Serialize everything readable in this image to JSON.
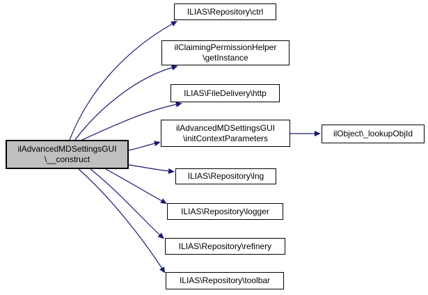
{
  "diagram": {
    "type": "call-graph",
    "colors": {
      "background": "#ffffff",
      "edge": "#191970",
      "node_border": "#000000",
      "node_fill": "#ffffff",
      "highlight_node_fill": "#bfbfbf",
      "text": "#000000"
    },
    "nodes": [
      {
        "id": "construct",
        "label": "ilAdvancedMDSettingsGUI\n\\__construct",
        "highlighted": true
      },
      {
        "id": "ctrl",
        "label": "ILIAS\\Repository\\ctrl",
        "highlighted": false
      },
      {
        "id": "getInstance",
        "label": "ilClaimingPermissionHelper\n\\getInstance",
        "highlighted": false
      },
      {
        "id": "http",
        "label": "ILIAS\\FileDelivery\\http",
        "highlighted": false
      },
      {
        "id": "initContextParameters",
        "label": "ilAdvancedMDSettingsGUI\n\\initContextParameters",
        "highlighted": false
      },
      {
        "id": "lookupObjId",
        "label": "ilObject\\_lookupObjId",
        "highlighted": false
      },
      {
        "id": "lng",
        "label": "ILIAS\\Repository\\lng",
        "highlighted": false
      },
      {
        "id": "logger",
        "label": "ILIAS\\Repository\\logger",
        "highlighted": false
      },
      {
        "id": "refinery",
        "label": "ILIAS\\Repository\\refinery",
        "highlighted": false
      },
      {
        "id": "toolbar",
        "label": "ILIAS\\Repository\\toolbar",
        "highlighted": false
      }
    ],
    "edges": [
      {
        "from": "construct",
        "to": "ctrl"
      },
      {
        "from": "construct",
        "to": "getInstance"
      },
      {
        "from": "construct",
        "to": "http"
      },
      {
        "from": "construct",
        "to": "initContextParameters"
      },
      {
        "from": "construct",
        "to": "lng"
      },
      {
        "from": "construct",
        "to": "logger"
      },
      {
        "from": "construct",
        "to": "refinery"
      },
      {
        "from": "construct",
        "to": "toolbar"
      },
      {
        "from": "initContextParameters",
        "to": "lookupObjId"
      }
    ]
  }
}
